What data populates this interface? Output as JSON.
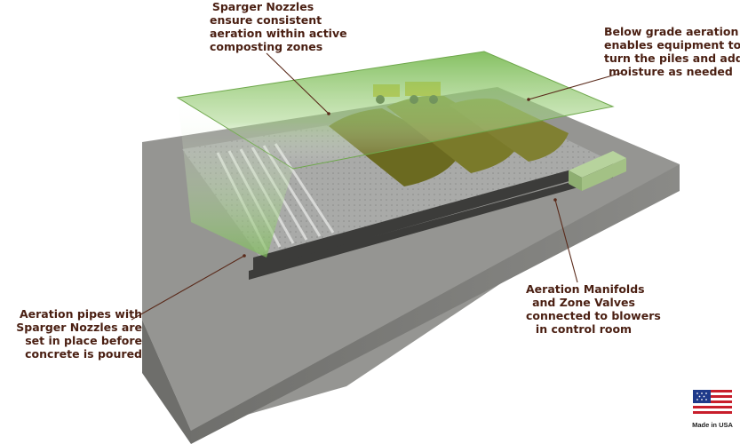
{
  "callouts": {
    "top": [
      "Sparger Nozzles",
      "ensure consistent",
      "aeration within active",
      "composting zones"
    ],
    "right": [
      "Below grade aeration",
      "enables equipment to",
      "turn the piles and add",
      "moisture as needed"
    ],
    "left": [
      "Aeration pipes with",
      "Sparger Nozzles are",
      "set in place before",
      "concrete is poured"
    ],
    "bottom": [
      "Aeration Manifolds",
      "and Zone Valves",
      "connected to blowers",
      "in control room"
    ]
  },
  "badge": {
    "label": "Made in USA",
    "icon": "us-flag-icon"
  },
  "colors": {
    "text": "#4a1f12",
    "leader": "#5a2a1a",
    "roof": "#8fc46a",
    "slab": "#8d8d8a",
    "compost": "#6d6a22"
  }
}
